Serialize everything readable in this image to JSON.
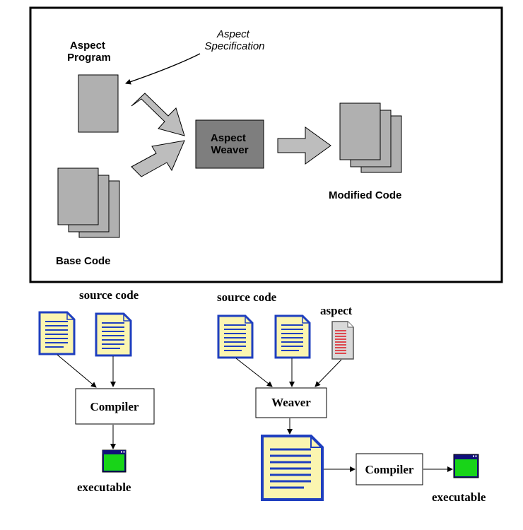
{
  "top_diagram": {
    "aspect_program_label": [
      "Aspect",
      "Program"
    ],
    "aspect_specification_label": [
      "Aspect",
      "Specification"
    ],
    "weaver_label": [
      "Aspect",
      "Weaver"
    ],
    "modified_code_label": "Modified Code",
    "base_code_label": "Base Code"
  },
  "left_flow": {
    "source_code_label": "source code",
    "compiler_label": "Compiler",
    "executable_label": "executable"
  },
  "right_flow": {
    "source_code_label": "source code",
    "aspect_label": "aspect",
    "weaver_label": "Weaver",
    "compiler_label": "Compiler",
    "executable_label": "executable"
  },
  "colors": {
    "doc_page_fill": "#fbf5b0",
    "doc_page_border": "#1f3fbf",
    "doc_lines": "#1f3fbf",
    "aspect_lines": "#e0232a",
    "screen_green": "#18d418",
    "block_gray": "#b0b0b0",
    "weaver_gray": "#7e7e7e",
    "arrow_gray": "#bdbdbd"
  }
}
